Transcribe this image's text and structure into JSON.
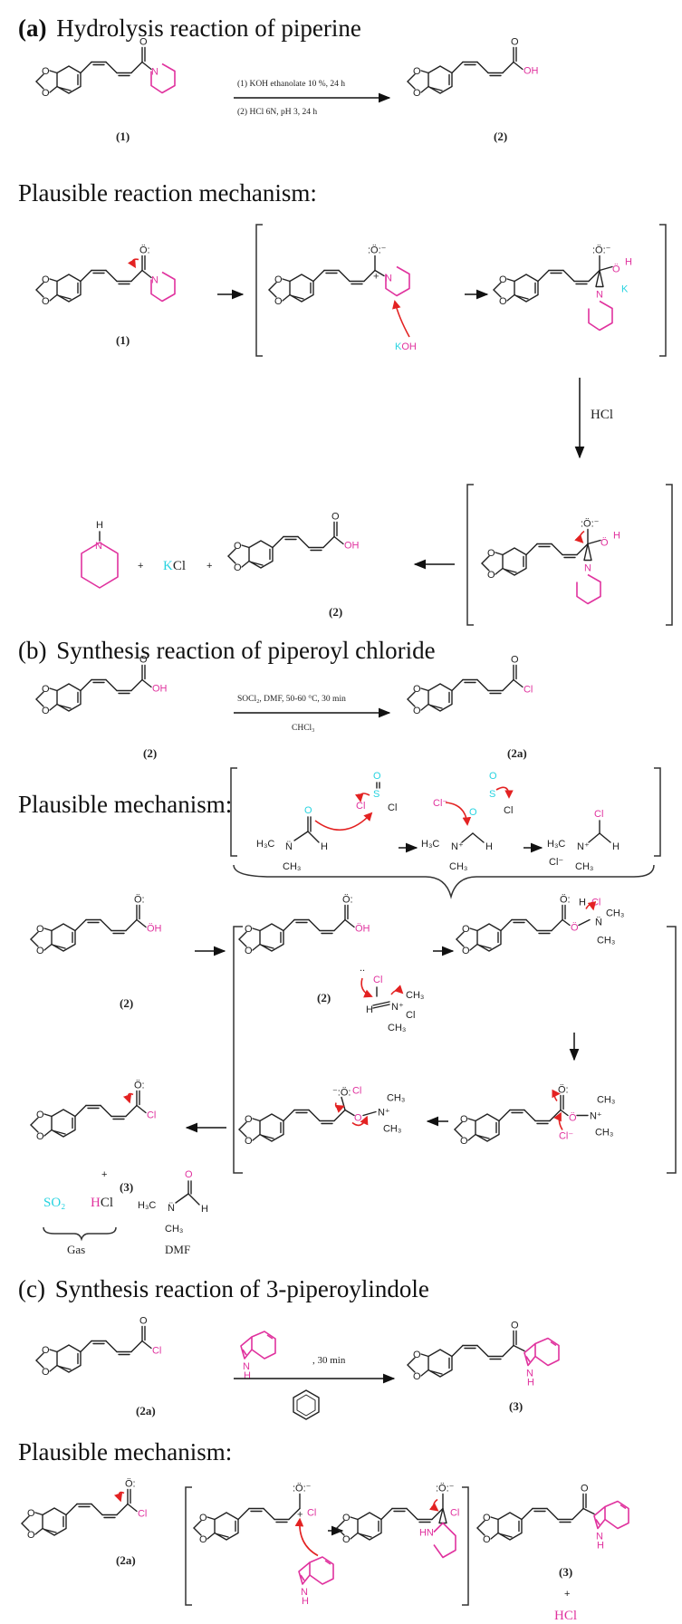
{
  "figure": {
    "colors": {
      "magenta": "#e0329e",
      "cyan": "#27d3e0",
      "red_arrow": "#e32222",
      "black": "#222222"
    },
    "section_a": {
      "tag": "(a)",
      "title": "Hydrolysis reaction of piperine",
      "conditions_top": "(1) KOH ethanolate 10 %, 24 h",
      "conditions_bottom": "(2) HCl 6N, pH 3, 24 h",
      "reactant_label": "(1)",
      "product_label": "(2)",
      "product_group": "OH",
      "mechanism_title": "Plausible reaction mechanism:",
      "mechanism": {
        "reagent_koh_k": "K",
        "reagent_koh_oh": "OH",
        "hcl_label": "HCl",
        "intermediate_k": "K",
        "byproduct_kcl_k": "K",
        "byproduct_kcl_cl": "Cl",
        "plus": "+",
        "piperidine_h": "H",
        "reactant_label": "(1)",
        "product_label": "(2)"
      }
    },
    "section_b": {
      "tag": "(b)",
      "title": "Synthesis reaction of piperoyl chloride",
      "conditions_top": "SOCl₂, DMF, 50-60 °C, 30 min",
      "conditions_bottom": "CHCl₃",
      "reactant_label": "(2)",
      "product_label": "(2a)",
      "reactant_group": "OH",
      "product_group": "Cl",
      "mechanism_title": "Plausible mechanism:",
      "mechanism": {
        "label_2": "(2)",
        "label_3": "(3)",
        "gas_so2": "SO₂",
        "gas_hcl_h": "H",
        "gas_hcl_cl": "Cl",
        "gas_label": "Gas",
        "dmf_label": "DMF",
        "plus": "+"
      }
    },
    "section_c": {
      "tag": "(c)",
      "title": "Synthesis reaction of 3-piperoylindole",
      "conditions_top": ", 30 min",
      "reactant_label": "(2a)",
      "product_label": "(3)",
      "mechanism_title": "Plausible mechanism:",
      "mechanism": {
        "reactant_label": "(2a)",
        "product_label": "(3)",
        "plus": "+",
        "byproduct": "HCl"
      }
    }
  }
}
